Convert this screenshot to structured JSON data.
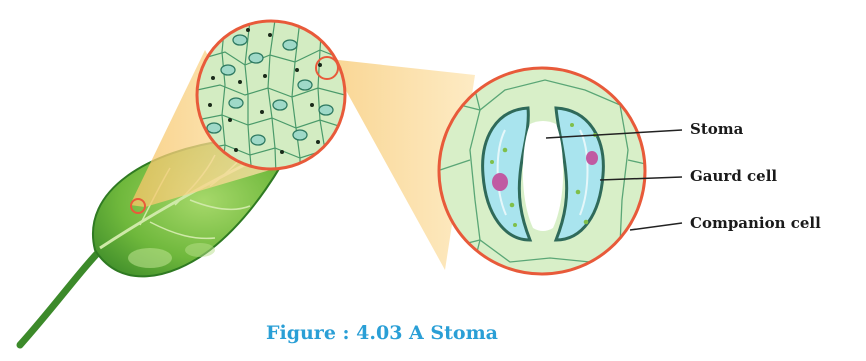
{
  "labels": {
    "stoma": "Stoma",
    "guard_cell": "Gaurd cell",
    "companion_cell": "Companion cell"
  },
  "caption": "Figure : 4.03 A Stoma",
  "colors": {
    "leaf": "#7cc242",
    "leaf_dark": "#3c8a2a",
    "magnifier_fill": "#fbd58a",
    "ring": "#e85a3a",
    "cell_bg": "#d8efc8",
    "guard_cell": "#a9e4ee",
    "caption": "#2a9fd6"
  }
}
